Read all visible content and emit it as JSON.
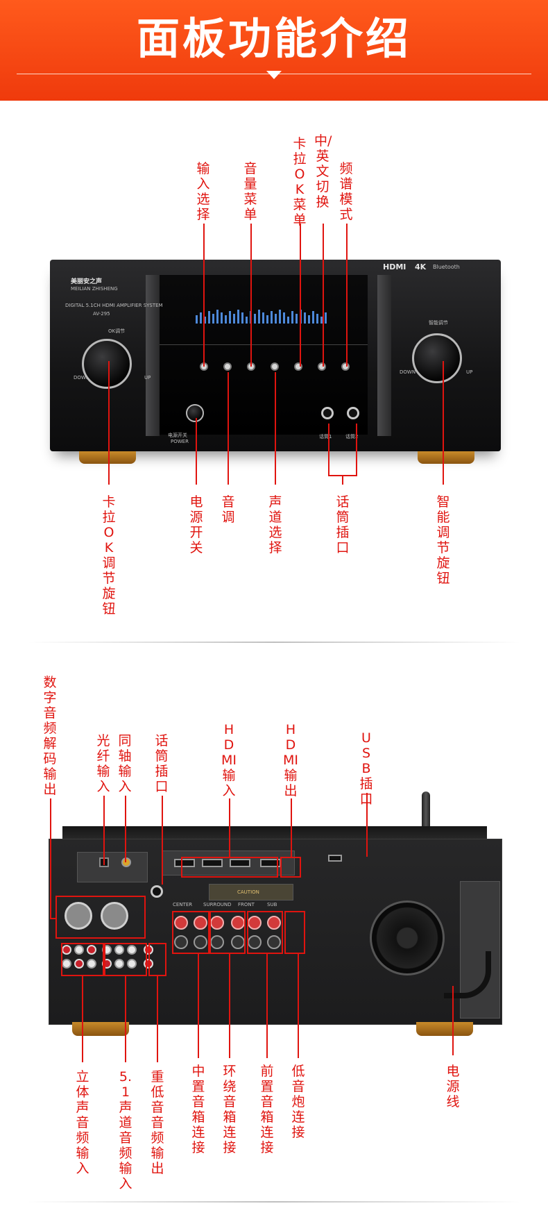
{
  "header": {
    "title": "面板功能介绍"
  },
  "front_labels": {
    "input_select": "输入选择",
    "volume_menu": "音量菜单",
    "karaoke_menu": "卡拉OK菜单",
    "lang_switch": "中/英文切换",
    "eq_mode": "频谱模式",
    "karaoke_knob": "卡拉OK调节旋钮",
    "power": "电源开关",
    "tone": "音调",
    "channel_select": "声道选择",
    "mic_jack": "话筒插口",
    "smart_knob": "智能调节旋钮"
  },
  "back_labels": {
    "digital_decode_out": "数字音频解码输出",
    "optical_in": "光纤输入",
    "coax_in": "同轴输入",
    "mic_jack": "话筒插口",
    "hdmi_in": "HDMI输入",
    "hdmi_out": "HDMI输出",
    "usb_port": "USB插口",
    "stereo_in": "立体声音频输入",
    "ch51_in": "5.1声道音频输入",
    "sub_out": "重低音音频输出",
    "center_spk": "中置音箱连接",
    "surround_spk": "环绕音箱连接",
    "front_spk": "前置音箱连接",
    "sub_conn": "低音炮连接",
    "power_cord": "电源线"
  },
  "device": {
    "brand": "美丽安之声",
    "brand_en": "MEILIAN ZHISHENG",
    "subtitle": "DIGITAL 5.1CH HDMI AMPLIFIER SYSTEM",
    "model": "AV-295",
    "hdmi_logo": "HDMI",
    "fourk": "4K",
    "bluetooth": "Bluetooth",
    "knob_left_label": "OK调节",
    "knob_right_label": "智能调节",
    "down": "DOWN",
    "up": "UP",
    "power_cn": "电源开关",
    "power_en": "POWER",
    "mic1": "话筒1",
    "mic2": "话筒2",
    "caution": "CAUTION",
    "center": "CENTER",
    "surround": "SURROUND",
    "front": "FRONT",
    "sub": "SUB"
  },
  "colors": {
    "accent": "#e0140f",
    "banner": "#f04a10"
  }
}
